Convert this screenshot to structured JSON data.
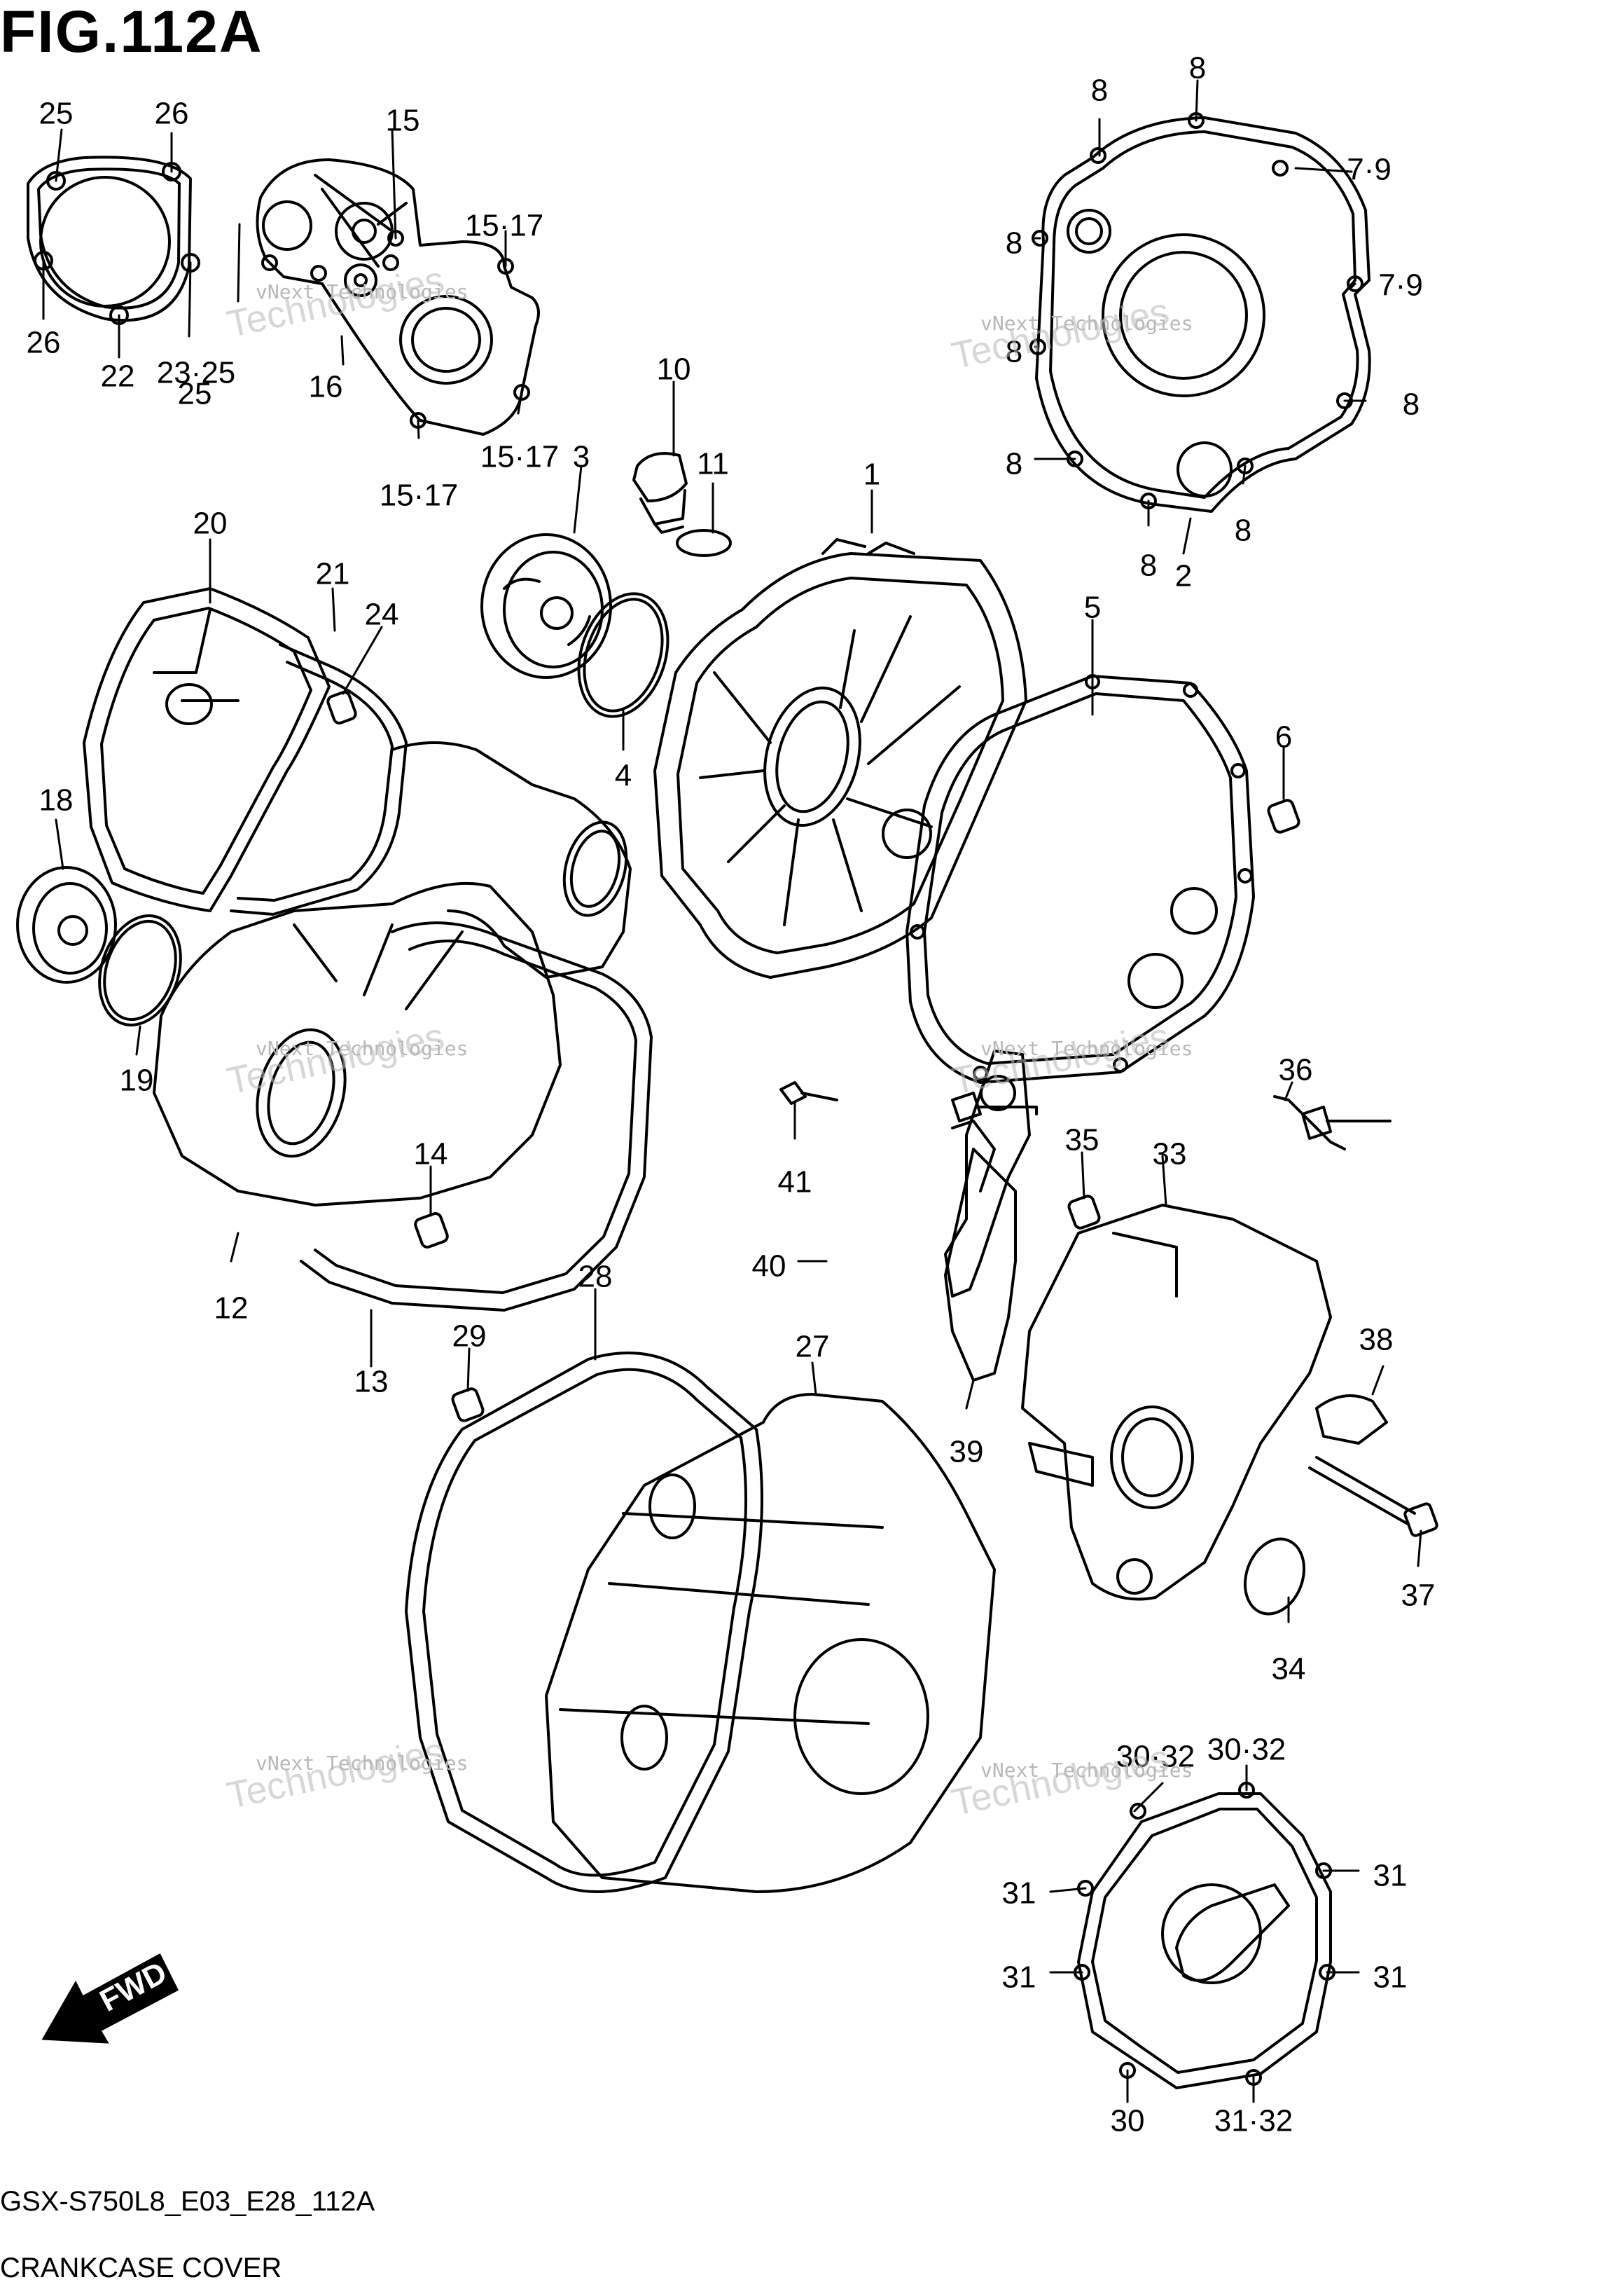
{
  "figure": {
    "title": "FIG.112A"
  },
  "footer": {
    "model_code": "GSX-S750L8_E03_E28_112A",
    "section_name": "CRANKCASE COVER"
  },
  "fwd_badge": {
    "label": "FWD"
  },
  "watermark": {
    "line1": "vNext Technologies",
    "line2": "Technologies"
  },
  "part_callouts": [
    "1",
    "2",
    "3",
    "4",
    "5",
    "6",
    "7·9",
    "8",
    "10",
    "11",
    "12",
    "13",
    "14",
    "15",
    "15·17",
    "16",
    "18",
    "19",
    "20",
    "21",
    "22",
    "23·25",
    "24",
    "25",
    "26",
    "27",
    "28",
    "29",
    "30",
    "30·32",
    "31",
    "31·32",
    "33",
    "34",
    "35",
    "36",
    "37",
    "38",
    "39",
    "40",
    "41"
  ]
}
